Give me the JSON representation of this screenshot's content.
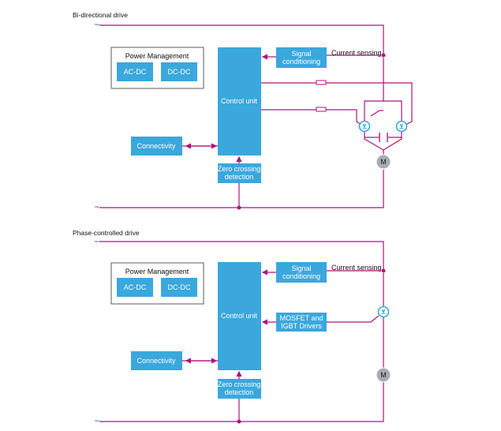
{
  "top": {
    "title": "Bi-directional drive",
    "power_management": {
      "label": "Power Management",
      "acdc": "AC-DC",
      "dcdc": "DC-DC"
    },
    "control_unit": "Control unit",
    "signal_conditioning": [
      "Signal",
      "conditioning"
    ],
    "current_sensing": "Current sensing",
    "connectivity": "Connectivity",
    "zero_crossing": [
      "Zero crossing",
      "detection"
    ],
    "motor": "M"
  },
  "bottom": {
    "title": "Phase-controlled drive",
    "power_management": {
      "label": "Power Management",
      "acdc": "AC-DC",
      "dcdc": "DC-DC"
    },
    "control_unit": "Control unit",
    "signal_conditioning": [
      "Signal",
      "conditioning"
    ],
    "current_sensing": "Current sensing",
    "drivers": [
      "MOSFET and",
      "IGBT Drivers"
    ],
    "connectivity": "Connectivity",
    "zero_crossing": [
      "Zero crossing",
      "detection"
    ],
    "motor": "M"
  },
  "ac_symbol": "~",
  "colors": {
    "block": "#3aa7dd",
    "wire": "#b0137f",
    "motor": "#a8acb4"
  }
}
